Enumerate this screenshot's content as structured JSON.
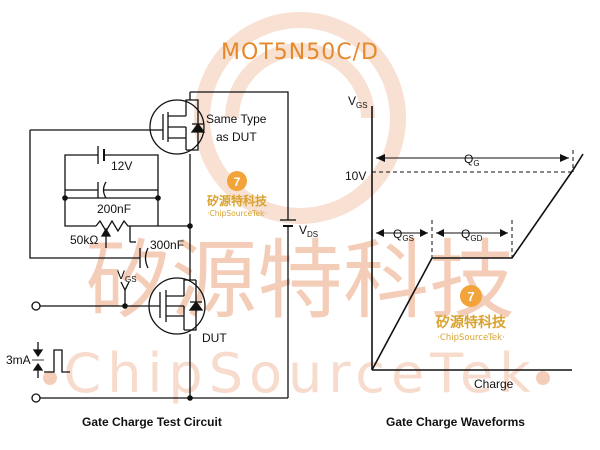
{
  "header": {
    "title": "MOT5N50C/D"
  },
  "watermark": {
    "cn": "矽源特科技",
    "en": "ChipSourceTek",
    "small_cn": "矽源特科技",
    "small_en": "·ChipSourceTek·",
    "color": "#f2c7ae"
  },
  "circuit": {
    "caption": "Gate Charge Test Circuit",
    "same_type_line1": "Same Type",
    "same_type_line2": "as DUT",
    "cap_12v": "12V",
    "cap_200nf": "200nF",
    "res_50k": "50kΩ",
    "cap_300nf": "300nF",
    "vgs": "V",
    "vgs_sub": "GS",
    "vds": "V",
    "vds_sub": "DS",
    "dut": "DUT",
    "current": "3mA"
  },
  "waveform": {
    "caption": "Gate Charge Waveforms",
    "y_label": "V",
    "y_label_sub": "GS",
    "level_10v": "10V",
    "qg": "Q",
    "qg_sub": "G",
    "qgs": "Q",
    "qgs_sub": "GS",
    "qgd": "Q",
    "qgd_sub": "GD",
    "x_label": "Charge"
  },
  "colors": {
    "accent": "#e58a2a",
    "line": "#111111",
    "watermark": "#f2c7ae"
  },
  "logo_icon": "chipsourcetek-logo-icon"
}
